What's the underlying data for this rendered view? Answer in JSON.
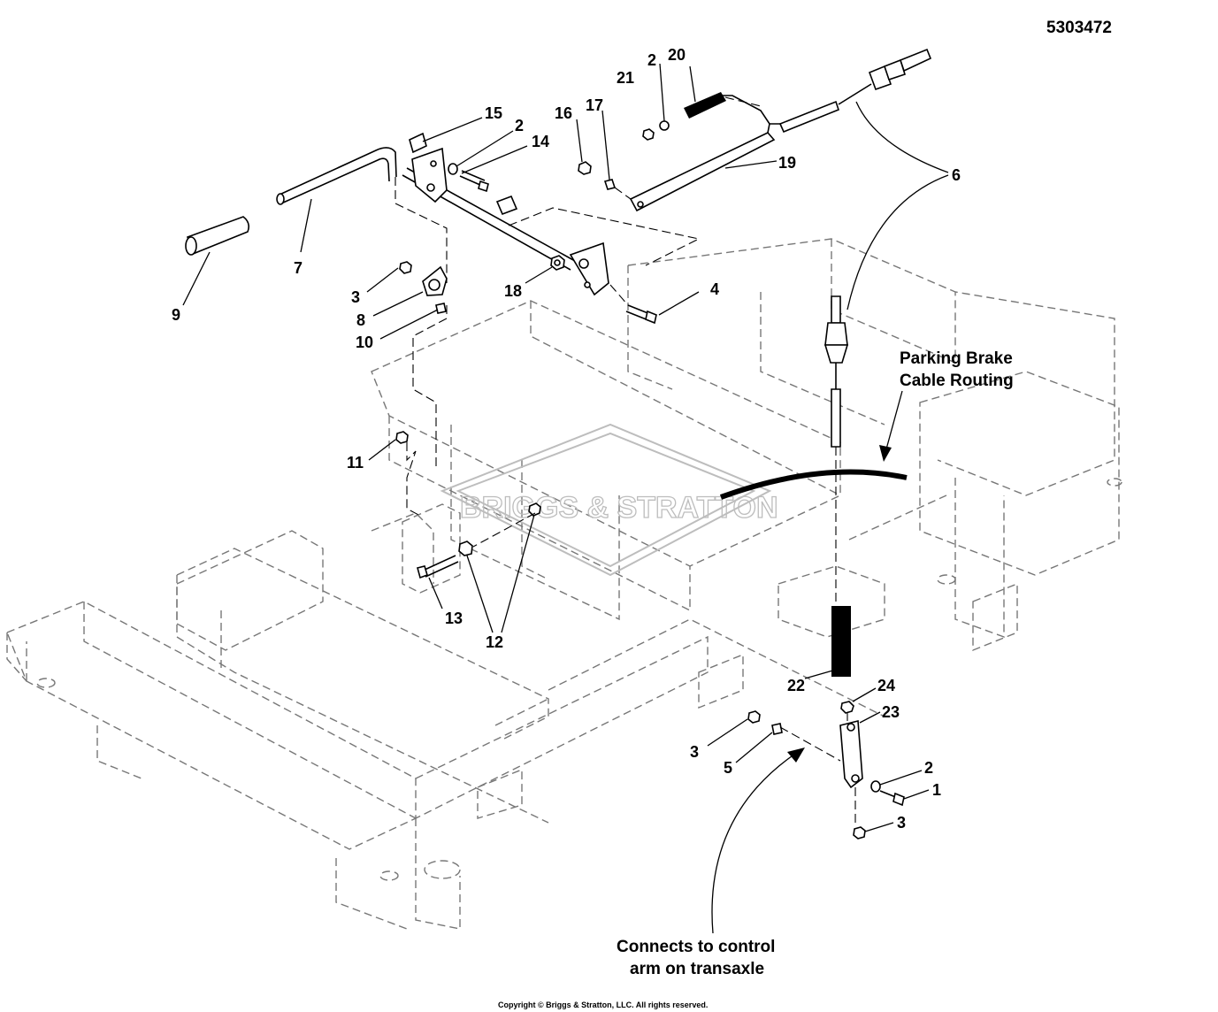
{
  "document_number": "5303472",
  "copyright": "Copyright © Briggs & Stratton, LLC. All rights reserved.",
  "watermark": "BRIGGS & STRATTON",
  "notes": {
    "parking_brake_line1": "Parking Brake",
    "parking_brake_line2": "Cable Routing",
    "transaxle_line1": "Connects to control",
    "transaxle_line2": "arm on transaxle"
  },
  "callouts": [
    "15",
    "2",
    "14",
    "16",
    "17",
    "21",
    "2",
    "20",
    "19",
    "6",
    "7",
    "9",
    "3",
    "8",
    "10",
    "18",
    "4",
    "11",
    "13",
    "12",
    "22",
    "24",
    "23",
    "3",
    "5",
    "2",
    "1",
    "3"
  ]
}
